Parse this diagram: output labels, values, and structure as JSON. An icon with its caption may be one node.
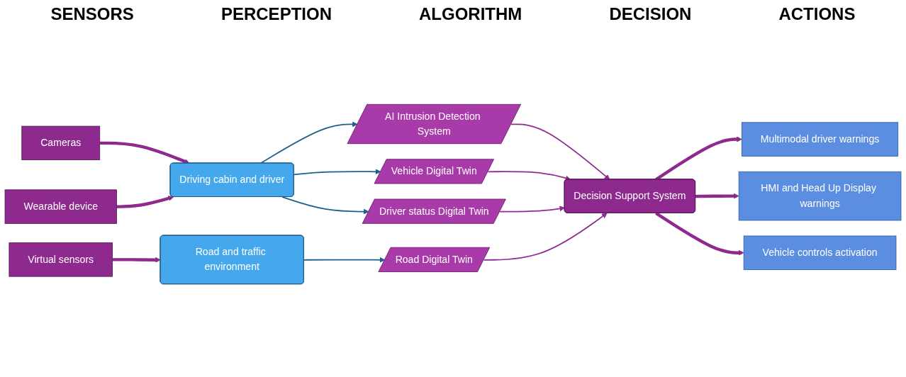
{
  "diagram": {
    "nodes": [
      {
        "text": [
          "Cameras"
        ]
      },
      {
        "text": [
          "Wearable device"
        ]
      },
      {
        "text": [
          "Virtual sensors"
        ]
      },
      {
        "text": [
          "Driving cabin and driver"
        ]
      },
      {
        "text": [
          "Road and traffic environment"
        ]
      },
      {
        "text": [
          "AI Intrusion Detection System"
        ]
      },
      {
        "text": [
          "Vehicle Digital Twin"
        ]
      },
      {
        "text": [
          "Driver status Digital Twin"
        ]
      },
      {
        "text": [
          "Road Digital Twin"
        ]
      },
      {
        "text": [
          "Decision Support System"
        ]
      },
      {
        "text": [
          "Multimodal driver warnings"
        ]
      },
      {
        "text": [
          "HMI and Head Up Display warnings"
        ]
      },
      {
        "text": [
          "Vehicle controls activation"
        ]
      }
    ],
    "edges": [
      {
        "from": 0,
        "to": 3,
        "arrow": "to",
        "style": "thick"
      },
      {
        "from": 1,
        "to": 3,
        "arrow": "to",
        "style": "thick"
      },
      {
        "from": 2,
        "to": 4,
        "arrow": "to",
        "style": "thick"
      },
      {
        "from": 3,
        "to": 5,
        "arrow": "to",
        "color": "#1f5f8b"
      },
      {
        "from": 3,
        "to": 6,
        "arrow": "to",
        "color": "#1f5f8b"
      },
      {
        "from": 3,
        "to": 7,
        "arrow": "to",
        "color": "#1f5f8b"
      },
      {
        "from": 4,
        "to": 8,
        "arrow": "to",
        "color": "#1f5f8b"
      },
      {
        "from": 5,
        "to": 9,
        "arrow": "to"
      },
      {
        "from": 6,
        "to": 9,
        "arrow": "to"
      },
      {
        "from": 7,
        "to": 9,
        "arrow": "to"
      },
      {
        "from": 8,
        "to": 9,
        "arrow": "to"
      },
      {
        "from": 9,
        "to": 10,
        "arrow": "to",
        "style": "thick"
      },
      {
        "from": 9,
        "to": 11,
        "arrow": "to",
        "style": "thick"
      },
      {
        "from": 9,
        "to": 12,
        "arrow": "to",
        "style": "thick"
      }
    ],
    "labels": [
      "SENSORS",
      "PERCEPTION",
      "ALGORITHM",
      "DECISION",
      "ACTIONS"
    ]
  }
}
